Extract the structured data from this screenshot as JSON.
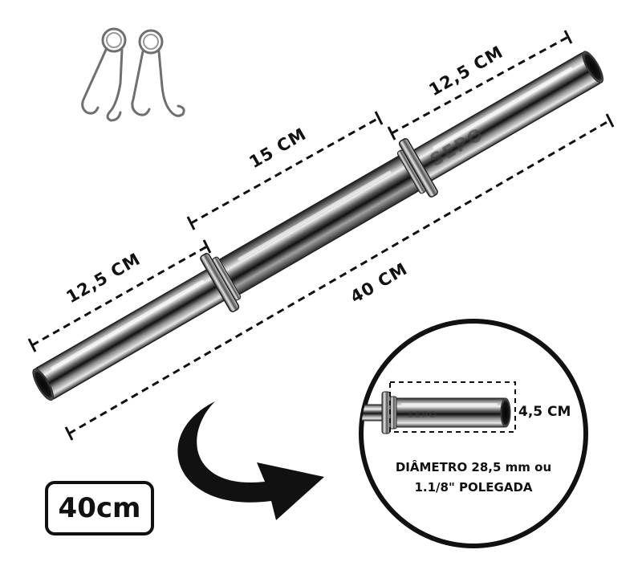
{
  "labels": {
    "sleeve_left": "12,5 CM",
    "grip": "15 CM",
    "sleeve_right": "12,5 CM",
    "total": "40 CM",
    "tube_height": "4,5 CM",
    "diameter_line1": "DIÂMETRO 28,5 mm ou",
    "diameter_line2": "1.1/8\" POLEGADA",
    "size_badge": "40cm",
    "stamp": "SEPO"
  },
  "colors": {
    "ink": "#111111",
    "chrome_dark": "#1a1a1a",
    "chrome_mid": "#8a8a8a",
    "chrome_light": "#f2f2f2"
  },
  "icons": [
    "spring-collar-icon",
    "curved-arrow-icon"
  ]
}
